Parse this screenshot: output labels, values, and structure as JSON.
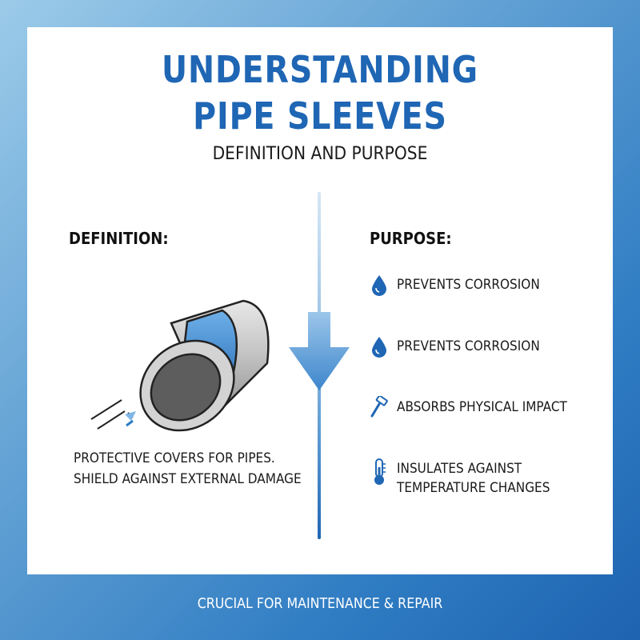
{
  "header": {
    "title_line1": "UNDERSTANDING",
    "title_line2": "PIPE SLEEVES",
    "subtitle": "DEFINITION AND PURPOSE"
  },
  "definition": {
    "heading": "DEFINITION:",
    "text_line1": "PROTECTIVE COVERS FOR PIPES.",
    "text_line2": "SHIELD AGAINST EXTERNAL DAMAGE"
  },
  "purpose": {
    "heading": "PURPOSE:",
    "items": [
      {
        "icon": "water-drop-icon",
        "line1": "PREVENTS CORROSION",
        "line2": ""
      },
      {
        "icon": "water-drop-icon",
        "line1": "PREVENTS CORROSION",
        "line2": ""
      },
      {
        "icon": "hammer-icon",
        "line1": "ABSORBS PHYSICAL IMPACT",
        "line2": ""
      },
      {
        "icon": "thermometer-icon",
        "line1": "INSULATES AGAINST",
        "line2": "TEMPERATURE CHANGES"
      }
    ]
  },
  "footer": {
    "text": "CRUCIAL FOR MAINTENANCE & REPAIR"
  },
  "colors": {
    "accent": "#1f66b4",
    "text": "#1a1a1a",
    "background": "#ffffff"
  }
}
